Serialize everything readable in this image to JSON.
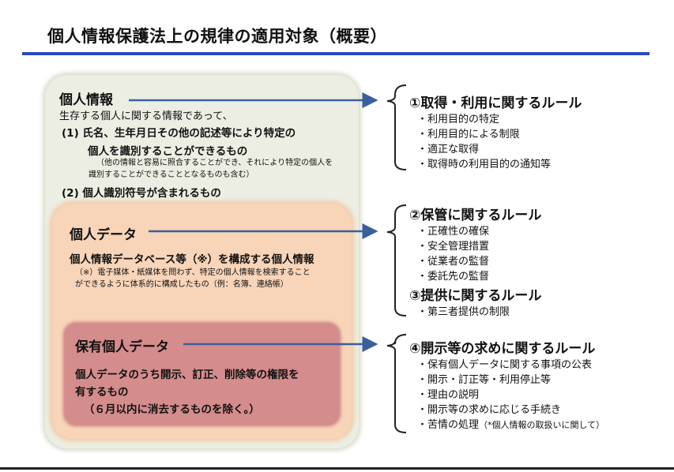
{
  "title": "個人情報保護法上の規律の適用対象（概要）",
  "personal_info": {
    "heading": "個人情報",
    "desc": "生存する個人に関する情報であって、",
    "item1_line1": "(1) 氏名、生年月日その他の記述等により特定の",
    "item1_line2": "個人を識別することができるもの",
    "item1_note_line1": "（他の情報と容易に照合することができ、それにより特定の個人を",
    "item1_note_line2": "識別することができることとなるものも含む）",
    "item2": "(2) 個人識別符号が含まれるもの"
  },
  "personal_data": {
    "heading": "個人データ",
    "desc": "個人情報データベース等（※）を構成する個人情報",
    "note_line1": "（※）電子媒体・紙媒体を問わず、特定の個人情報を検索すること",
    "note_line2": "ができるように体系的に構成したもの（例：名簿、連絡帳）"
  },
  "held_data": {
    "heading": "保有個人データ",
    "desc_line1": "個人データのうち開示、訂正、削除等の権限を",
    "desc_line2": "有するもの",
    "desc_line3": "（６月以内に消去するものを除く。）"
  },
  "rules": [
    {
      "heading": "①取得・利用に関するルール",
      "items": [
        "・利用目的の特定",
        "・利用目的による制限",
        "・適正な取得",
        "・取得時の利用目的の通知等"
      ]
    },
    {
      "heading": "②保管に関するルール",
      "items": [
        "・正確性の確保",
        "・安全管理措置",
        "・従業者の監督",
        "・委託先の監督"
      ]
    },
    {
      "heading": "③提供に関するルール",
      "items": [
        "・第三者提供の制限"
      ]
    },
    {
      "heading": "④開示等の求めに関するルール",
      "items": [
        "・保有個人データに関する事項の公表",
        "・開示・訂正等・利用停止等",
        "・理由の説明",
        "・開示等の求めに応じる手続き",
        "・苦情の処理"
      ],
      "last_note": "（*個人情報の取扱いに関して）"
    }
  ],
  "colors": {
    "title_rule": "#2b4bbb",
    "arrow": "#3a5f9c",
    "info_box": "#eceee3",
    "data_box": "#f8d4b8",
    "held_box": "#d48c8c"
  }
}
